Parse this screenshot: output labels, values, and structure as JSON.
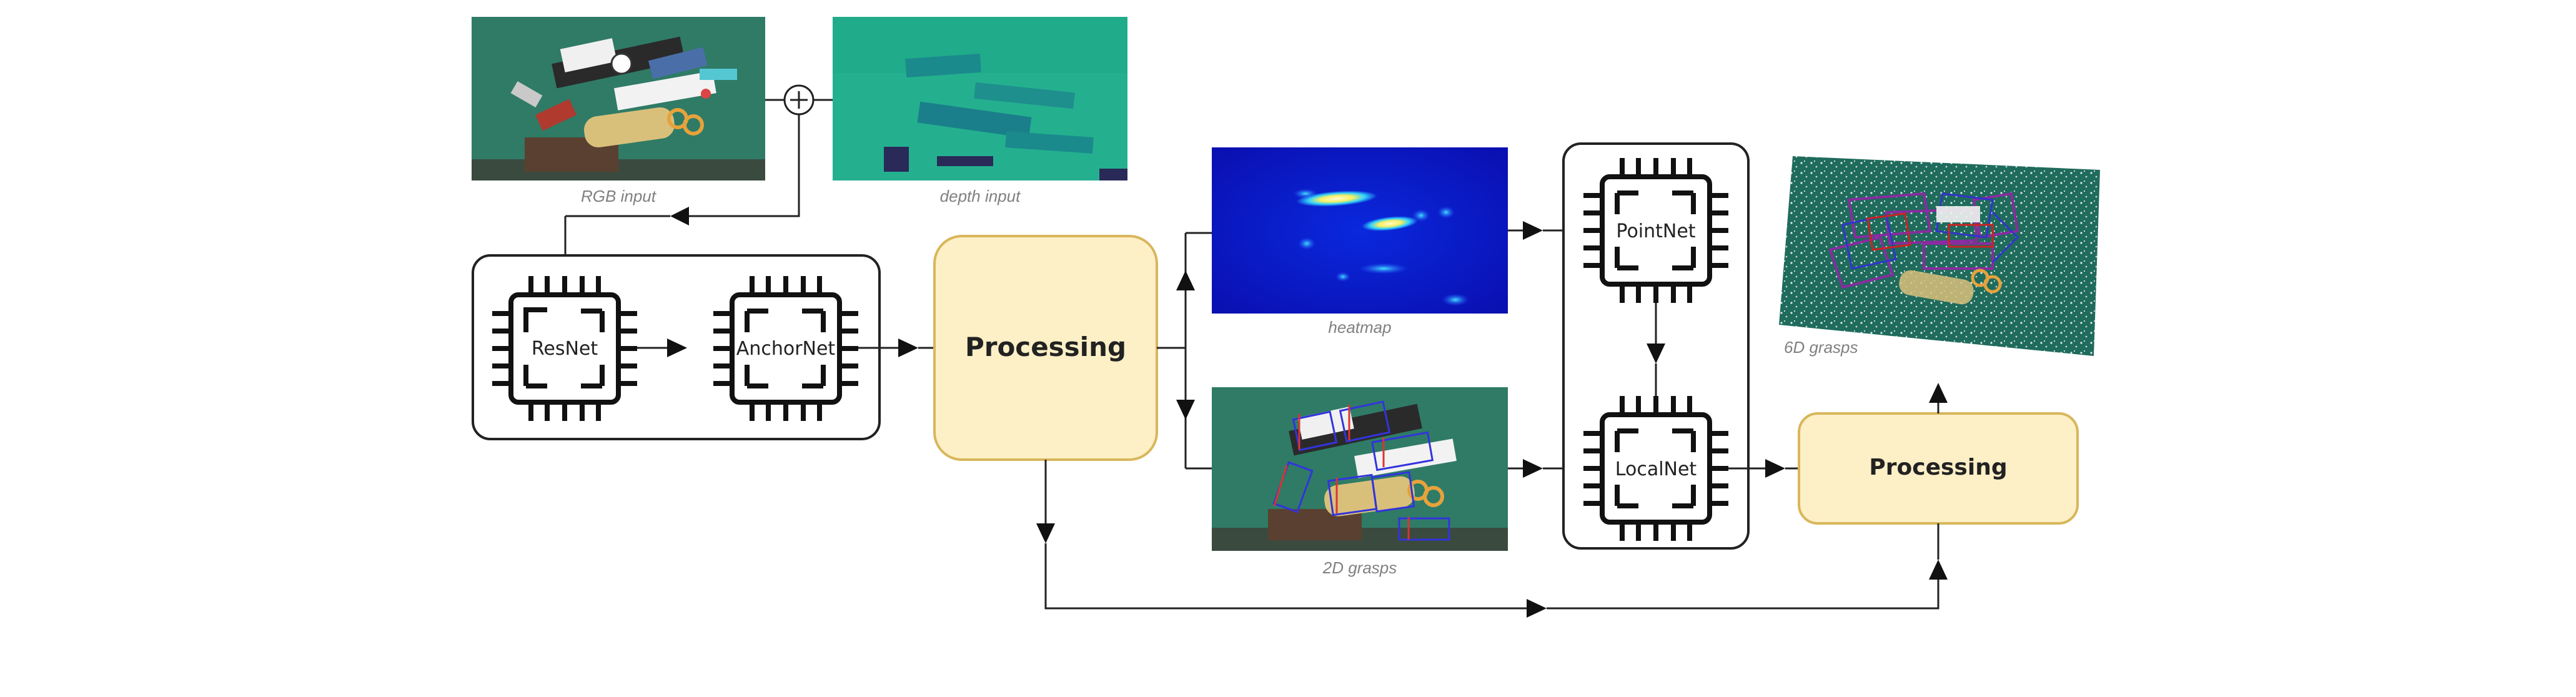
{
  "captions": {
    "rgb_input": "RGB input",
    "depth_input": "depth input",
    "heatmap": "heatmap",
    "grasps_2d": "2D grasps",
    "grasps_6d": "6D grasps"
  },
  "networks": {
    "resnet": "ResNet",
    "anchornet": "AnchorNet",
    "pointnet": "PointNet",
    "localnet": "LocalNet"
  },
  "processing": {
    "main_label": "Processing",
    "final_label": "Processing"
  },
  "colors": {
    "processing_fill": "#fdefc6",
    "processing_border": "#d8b65a",
    "line": "#222222",
    "caption": "#808080",
    "rgb_scene_background": "#2f7b66",
    "depth_background": "#24b08f",
    "heatmap_background": "#0a0fc0",
    "grasp_2d": "#3333dd",
    "grasp_6d": "#8a2ba0"
  },
  "icons": [
    "chip-icon",
    "plus-circle-icon",
    "arrow-icon"
  ]
}
